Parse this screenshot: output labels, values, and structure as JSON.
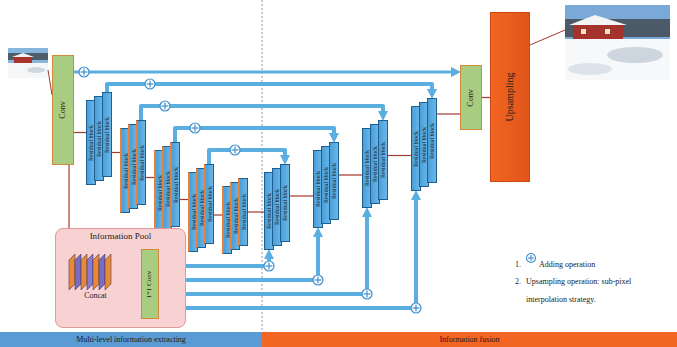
{
  "diagram": {
    "nodes": [
      {
        "text": [
          "Conv"
        ]
      },
      {
        "text": [
          "Residual block"
        ]
      },
      {
        "text": [
          "Residual block"
        ]
      },
      {
        "text": [
          "Residual block"
        ]
      },
      {
        "text": [
          "Residual block"
        ]
      },
      {
        "text": [
          "Residual block"
        ]
      },
      {
        "text": [
          "Residual block"
        ]
      },
      {
        "text": [
          "Residual block"
        ]
      },
      {
        "text": [
          "Residual block"
        ]
      },
      {
        "text": [
          "Residual block"
        ]
      },
      {
        "text": [
          "Residual block"
        ]
      },
      {
        "text": [
          "Residual block"
        ]
      },
      {
        "text": [
          "Residual block"
        ]
      },
      {
        "text": [
          "Residual block"
        ]
      },
      {
        "text": [
          "Residual block"
        ]
      },
      {
        "text": [
          "Residual block"
        ]
      },
      {
        "text": [
          "Residual block"
        ]
      },
      {
        "text": [
          "Residual block"
        ]
      },
      {
        "text": [
          "Residual block"
        ]
      },
      {
        "text": [
          "Residual block"
        ]
      },
      {
        "text": [
          "Residual block"
        ]
      },
      {
        "text": [
          "Residual block"
        ]
      },
      {
        "text": [
          "Residual block"
        ]
      },
      {
        "text": [
          "Residual block"
        ]
      },
      {
        "text": [
          "Residual block"
        ]
      },
      {
        "text": [
          "Residual block"
        ]
      },
      {
        "text": [
          "Residual block"
        ]
      },
      {
        "text": [
          "Residual block"
        ]
      },
      {
        "text": [
          "Conv"
        ]
      },
      {
        "text": [
          "Upsampling"
        ]
      },
      {
        "text": [
          "Information Pool"
        ]
      },
      {
        "text": [
          "Concat"
        ],
        "in": 30
      },
      {
        "text": [
          "1*1 Conv"
        ],
        "in": 30
      },
      {
        "text": [
          "Multi-level information extracting"
        ]
      },
      {
        "text": [
          "Information fusion"
        ]
      }
    ],
    "edges": [
      {
        "from": 0,
        "to": 1,
        "arrow": "none"
      },
      {
        "from": 3,
        "to": 4,
        "arrow": "none"
      },
      {
        "from": 6,
        "to": 7,
        "arrow": "none"
      },
      {
        "from": 9,
        "to": 10,
        "arrow": "none"
      },
      {
        "from": 12,
        "to": 13,
        "arrow": "none"
      },
      {
        "from": 15,
        "to": 16,
        "arrow": "none"
      },
      {
        "from": 18,
        "to": 19,
        "arrow": "none"
      },
      {
        "from": 21,
        "to": 22,
        "arrow": "none"
      },
      {
        "from": 24,
        "to": 25,
        "arrow": "none"
      },
      {
        "from": 27,
        "to": 28,
        "arrow": "none"
      },
      {
        "from": 28,
        "to": 29,
        "arrow": "none"
      },
      {
        "from": 0,
        "to": 28,
        "arrow": "to"
      },
      {
        "from": 3,
        "to": 27,
        "arrow": "to"
      },
      {
        "from": 6,
        "to": 24,
        "arrow": "to"
      },
      {
        "from": 9,
        "to": 21,
        "arrow": "to"
      },
      {
        "from": 12,
        "to": 18,
        "arrow": "to"
      },
      {
        "from": 0,
        "to": 31,
        "arrow": "none"
      },
      {
        "from": 31,
        "to": 32,
        "arrow": "to"
      },
      {
        "from": 32,
        "to": 16,
        "arrow": "to"
      },
      {
        "from": 32,
        "to": 19,
        "arrow": "to"
      },
      {
        "from": 32,
        "to": 22,
        "arrow": "to"
      },
      {
        "from": 32,
        "to": 25,
        "arrow": "to"
      }
    ],
    "labels": [
      "1.",
      "Adding operation",
      "2.",
      "Upsampling operation: sub-pixel interpolation strategy."
    ]
  }
}
